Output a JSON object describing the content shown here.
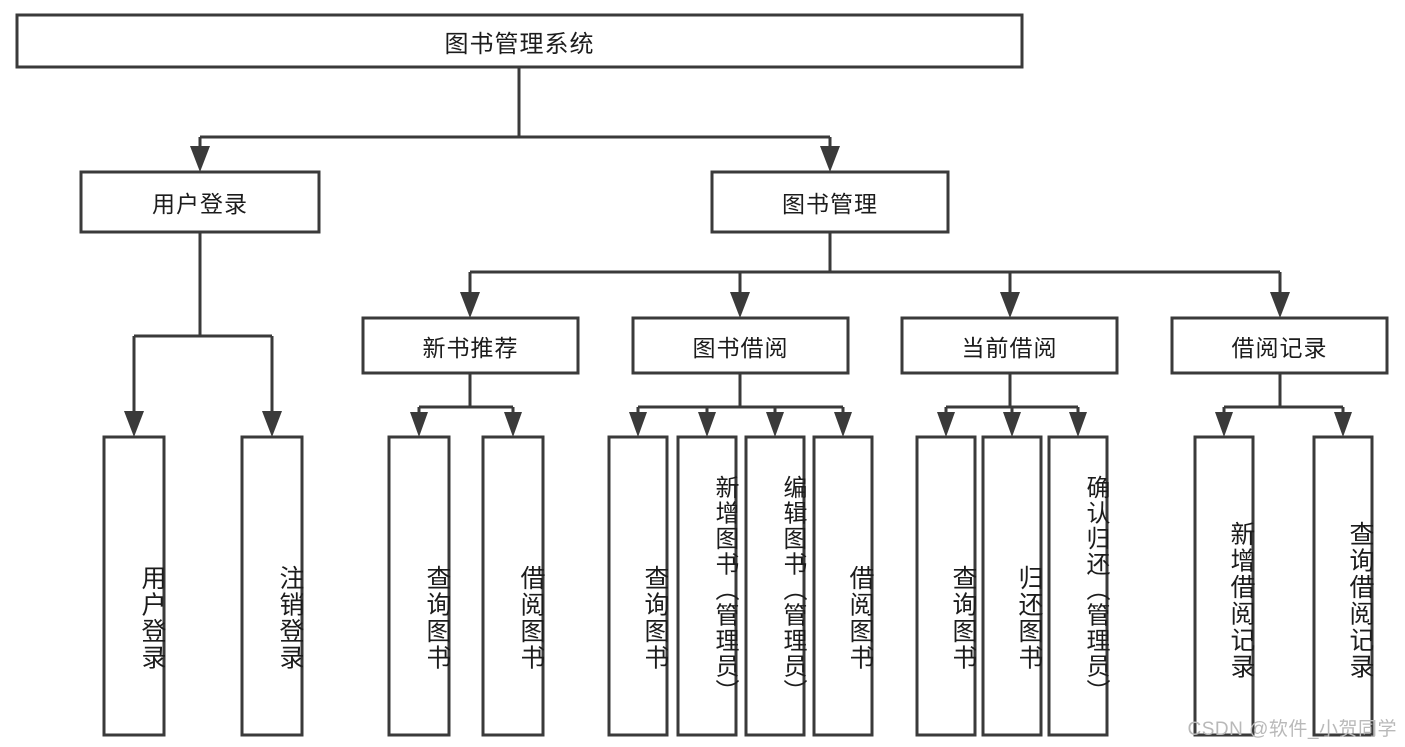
{
  "diagram": {
    "type": "tree-hierarchy-chart",
    "title": "图书管理系统",
    "colors": {
      "node_stroke": "#3a3a3a",
      "node_fill": "#ffffff",
      "connector": "#3a3a3a",
      "text": "#1c1c1c",
      "watermark": "#b9b9b9",
      "background": "#ffffff"
    },
    "levels": {
      "root": {
        "label": "图书管理系统",
        "orientation": "horizontal"
      },
      "level2": [
        {
          "label": "用户登录",
          "orientation": "horizontal"
        },
        {
          "label": "图书管理",
          "orientation": "horizontal"
        }
      ],
      "level3": [
        {
          "label": "新书推荐",
          "orientation": "horizontal",
          "parent": "图书管理"
        },
        {
          "label": "图书借阅",
          "orientation": "horizontal",
          "parent": "图书管理"
        },
        {
          "label": "当前借阅",
          "orientation": "horizontal",
          "parent": "图书管理"
        },
        {
          "label": "借阅记录",
          "orientation": "horizontal",
          "parent": "图书管理"
        }
      ],
      "leaves": [
        {
          "label": "用户登录",
          "parent": "用户登录",
          "orientation": "vertical"
        },
        {
          "label": "注销登录",
          "parent": "用户登录",
          "orientation": "vertical"
        },
        {
          "label": "查询图书",
          "parent": "新书推荐",
          "orientation": "vertical"
        },
        {
          "label": "借阅图书",
          "parent": "新书推荐",
          "orientation": "vertical"
        },
        {
          "label": "查询图书",
          "parent": "图书借阅",
          "orientation": "vertical"
        },
        {
          "label": "新增图书（管理员）",
          "parent": "图书借阅",
          "orientation": "vertical"
        },
        {
          "label": "编辑图书（管理员）",
          "parent": "图书借阅",
          "orientation": "vertical"
        },
        {
          "label": "借阅图书",
          "parent": "图书借阅",
          "orientation": "vertical"
        },
        {
          "label": "查询图书",
          "parent": "当前借阅",
          "orientation": "vertical"
        },
        {
          "label": "归还图书",
          "parent": "当前借阅",
          "orientation": "vertical"
        },
        {
          "label": "确认归还（管理员）",
          "parent": "当前借阅",
          "orientation": "vertical"
        },
        {
          "label": "新增借阅记录",
          "parent": "借阅记录",
          "orientation": "vertical"
        },
        {
          "label": "查询借阅记录",
          "parent": "借阅记录",
          "orientation": "vertical"
        }
      ]
    }
  },
  "watermark": {
    "text": "CSDN @软件_小贺同学"
  }
}
